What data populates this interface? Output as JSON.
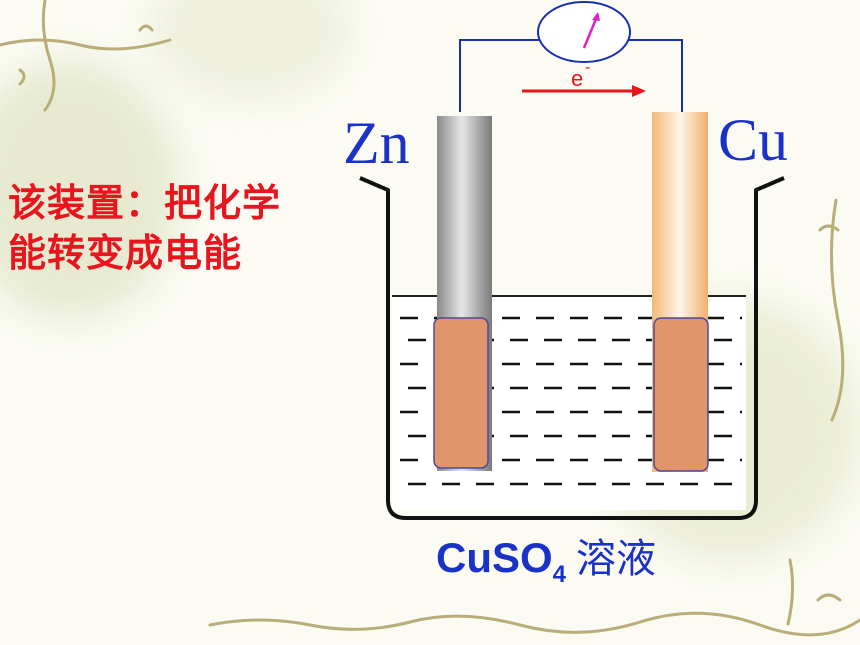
{
  "description_text": "该装置：把化学能转变成电能",
  "electrodes": {
    "left": "Zn",
    "right": "Cu"
  },
  "electron_label": "e",
  "electron_charge": "-",
  "solution": {
    "formula_main": "CuSO",
    "formula_sub": "4",
    "name": "溶液"
  },
  "colors": {
    "text_red": "#e8141e",
    "label_blue": "#1a32c8",
    "wire_blue": "#1a2fb0",
    "copper_fill": "#e2946a",
    "arrow_red": "#e8141e",
    "needle": "#e01ec8"
  }
}
